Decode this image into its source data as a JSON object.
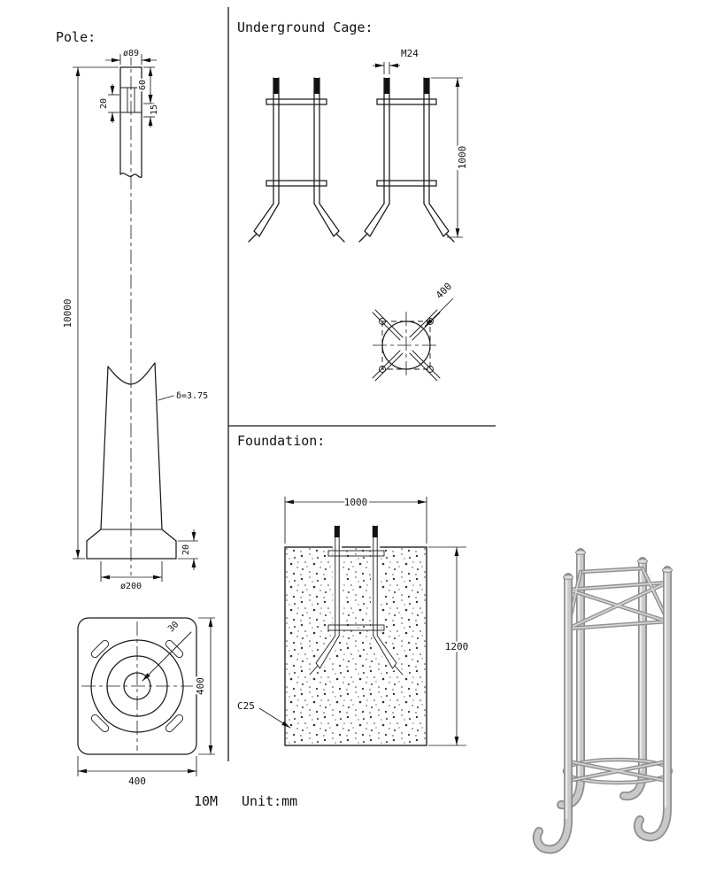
{
  "sheet": {
    "background": "#ffffff",
    "ink_color": "#1a1a1a",
    "render_gray": "#c9c9c9"
  },
  "pole": {
    "title": "Pole:",
    "dims": {
      "top_diameter": "ø89",
      "tip_length": "60",
      "slot_length": "15",
      "slot_offset": "20",
      "total_height": "10000",
      "wall_thickness": "δ=3.75",
      "flange_thickness": "20",
      "butt_diameter": "ø200",
      "plate_hole_angle": "30",
      "plate_width": "400",
      "plate_depth": "400"
    }
  },
  "underground_cage": {
    "title": "Underground Cage:",
    "dims": {
      "bolt_thread": "M24",
      "cage_height": "1000",
      "bolt_circle": "400"
    }
  },
  "foundation": {
    "title": "Foundation:",
    "dims": {
      "width": "1000",
      "depth": "1200"
    },
    "concrete_grade": "C25"
  },
  "footer": {
    "pole_length": "10M",
    "unit_note": "Unit:mm"
  }
}
